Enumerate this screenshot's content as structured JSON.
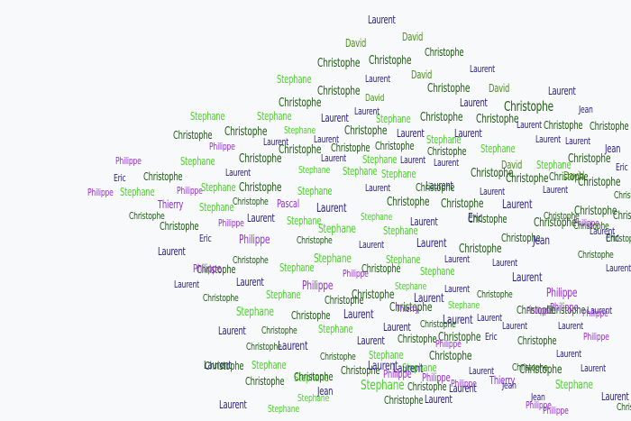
{
  "colors": {
    "background": "#f7f9fb",
    "Christophe": "#1f5b12",
    "Laurent": "#2e1f8c",
    "Stephane": "#4cd22a",
    "David": "#4c8f1c",
    "Philippe": "#9b2fd6",
    "Eric": "#2e1f8c",
    "Jean": "#2e1f8c",
    "Thierry": "#8a2fd0",
    "Pascal": "#9b2fd6",
    "Frederic": "#4cd22a"
  },
  "words": [
    "Laurent",
    "David",
    "David",
    "Christophe",
    "Christophe",
    "Christophe",
    "Stephane",
    "Laurent",
    "David",
    "Laurent",
    "Christophe",
    "Christophe",
    "David",
    "Christophe",
    "David",
    "Laurent",
    "Laurent",
    "Christophe",
    "Stephane",
    "Stephane",
    "Laurent",
    "Stephane",
    "Christophe",
    "Christophe",
    "Laurent",
    "Jean",
    "Christophe",
    "Christophe",
    "Stephane",
    "Laurent",
    "Christophe",
    "Laurent",
    "Laurent",
    "Laurent",
    "Christophe",
    "Christophe",
    "Philippe",
    "Laurent",
    "Laurent",
    "Christophe",
    "Christophe",
    "Christophe",
    "Stephane",
    "Christophe",
    "Stephane",
    "Laurent",
    "Jean",
    "Philippe",
    "Stephane",
    "Christophe",
    "Laurent",
    "Stephane",
    "Laurent",
    "Laurent",
    "David",
    "Stephane",
    "Christophe",
    "Eric",
    "Eric",
    "Christophe",
    "Laurent",
    "Stephane",
    "Stephane",
    "Stephane",
    "Christophe",
    "Christophe",
    "Laurent",
    "Christophe",
    "Christophe",
    "Philippe",
    "Stephane",
    "Philippe",
    "Stephane",
    "Christophe",
    "Stephane",
    "Laurent",
    "Christophe",
    "David",
    "Laurent",
    "Laurent",
    "Christophe",
    "Thierry",
    "Stephane",
    "Christophe",
    "Pascal",
    "Laurent",
    "Christophe",
    "Christophe",
    "Laurent",
    "Christophe",
    "Christophe",
    "Christophe",
    "Christophe",
    "Philippe",
    "Laurent",
    "Stephane",
    "Stephane",
    "Laurent",
    "Stephane",
    "Stephane",
    "Christophe",
    "Philippe",
    "Eric",
    "Christophe",
    "Christophe",
    "Christophe",
    "Eric",
    "Laurent",
    "Eric",
    "Philippe",
    "Christophe",
    "Laurent",
    "Laurent",
    "Christophe",
    "Christophe",
    "Jean",
    "Christophe",
    "Laurent",
    "Christophe",
    "Christophe",
    "Stephane",
    "Stephane",
    "Philippe",
    "Laurent",
    "Philippe",
    "Christophe",
    "Stephane",
    "Stephane",
    "Laurent",
    "Laurent",
    "Christophe",
    "Laurent",
    "Laurent",
    "Stephane",
    "Christophe",
    "Laurent",
    "Philippe",
    "Christophe",
    "Christophe",
    "Philippe",
    "Christophe",
    "Stephane",
    "Stephane",
    "Laurent",
    "Christophe",
    "Christophe",
    "Philippe",
    "Laurent",
    "Laurent",
    "Stephane",
    "Christophe",
    "Laurent",
    "Christophe",
    "Thierry",
    "Philippe",
    "Laurent",
    "Laurent",
    "Philippe",
    "Laurent",
    "Christophe",
    "Stephane",
    "Laurent",
    "Christophe",
    "Laurent",
    "Laurent",
    "Christophe",
    "Philippe",
    "Christophe",
    "Laurent",
    "Laurent",
    "Christophe",
    "Eric",
    "Christophe",
    "Philippe",
    "Laurent",
    "Stephane",
    "Christophe",
    "Stephane",
    "Stephane",
    "Christophe",
    "Laurent",
    "Christophe",
    "Laurent",
    "Christophe",
    "Stephane",
    "Christophe",
    "Laurent",
    "Laurent",
    "Christophe",
    "Philippe",
    "Philippe",
    "Laurent",
    "Christophe",
    "Christophe",
    "Philippe",
    "Thierry",
    "Christophe",
    "Laurent",
    "Jean",
    "Stephane",
    "Laurent",
    "Stephane",
    "Jean",
    "Stephane",
    "Laurent",
    "Jean",
    "Philippe",
    "Philippe",
    "Christophe",
    "Laurent",
    "Stephane",
    "Christophe"
  ]
}
